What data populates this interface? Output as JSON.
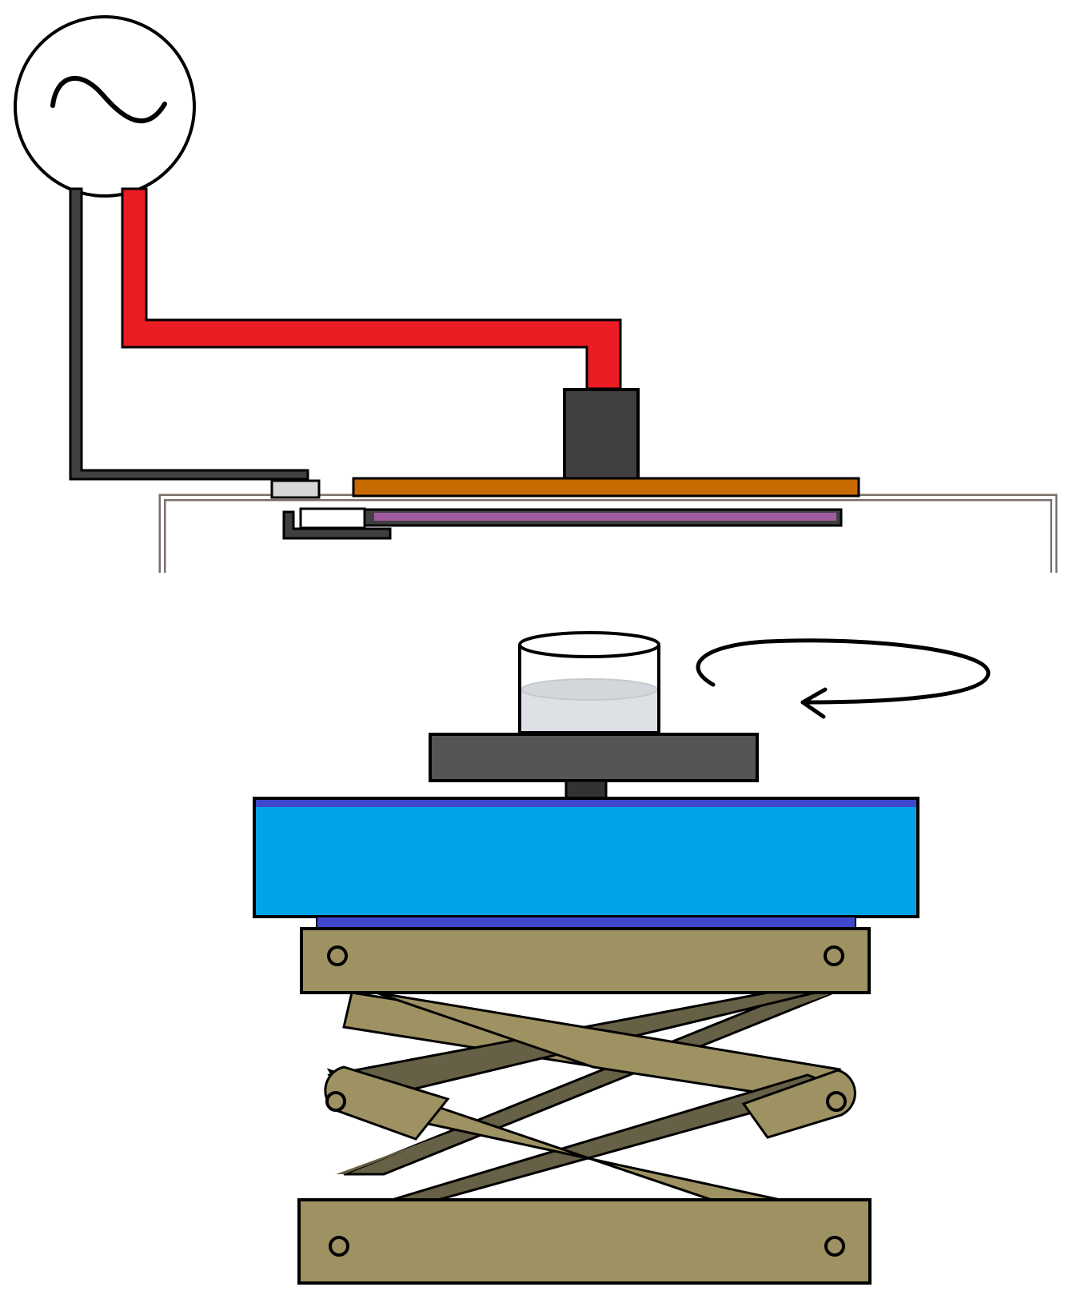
{
  "diagram": {
    "components": [
      {
        "id": "ac-source",
        "symbol": "~"
      },
      {
        "id": "ground-wire",
        "color": "#404040"
      },
      {
        "id": "signal-wire",
        "color": "#ec1c24"
      },
      {
        "id": "electrode-block",
        "color": "#404040"
      },
      {
        "id": "top-electrode-plate",
        "color": "#c86a00"
      },
      {
        "id": "dielectric-layer",
        "color": "#a05aa0"
      },
      {
        "id": "bottom-electrode-connector",
        "color": "#404040"
      },
      {
        "id": "substrate-frame",
        "color": "#c8b8b4"
      },
      {
        "id": "sample-beaker",
        "color": "#dde1e6"
      },
      {
        "id": "rotation-arrow-icon"
      },
      {
        "id": "rotating-disk",
        "color": "#555555"
      },
      {
        "id": "motor-stage",
        "color": "#00a2e8"
      },
      {
        "id": "scissor-lift",
        "color": "#9e9262"
      }
    ]
  }
}
